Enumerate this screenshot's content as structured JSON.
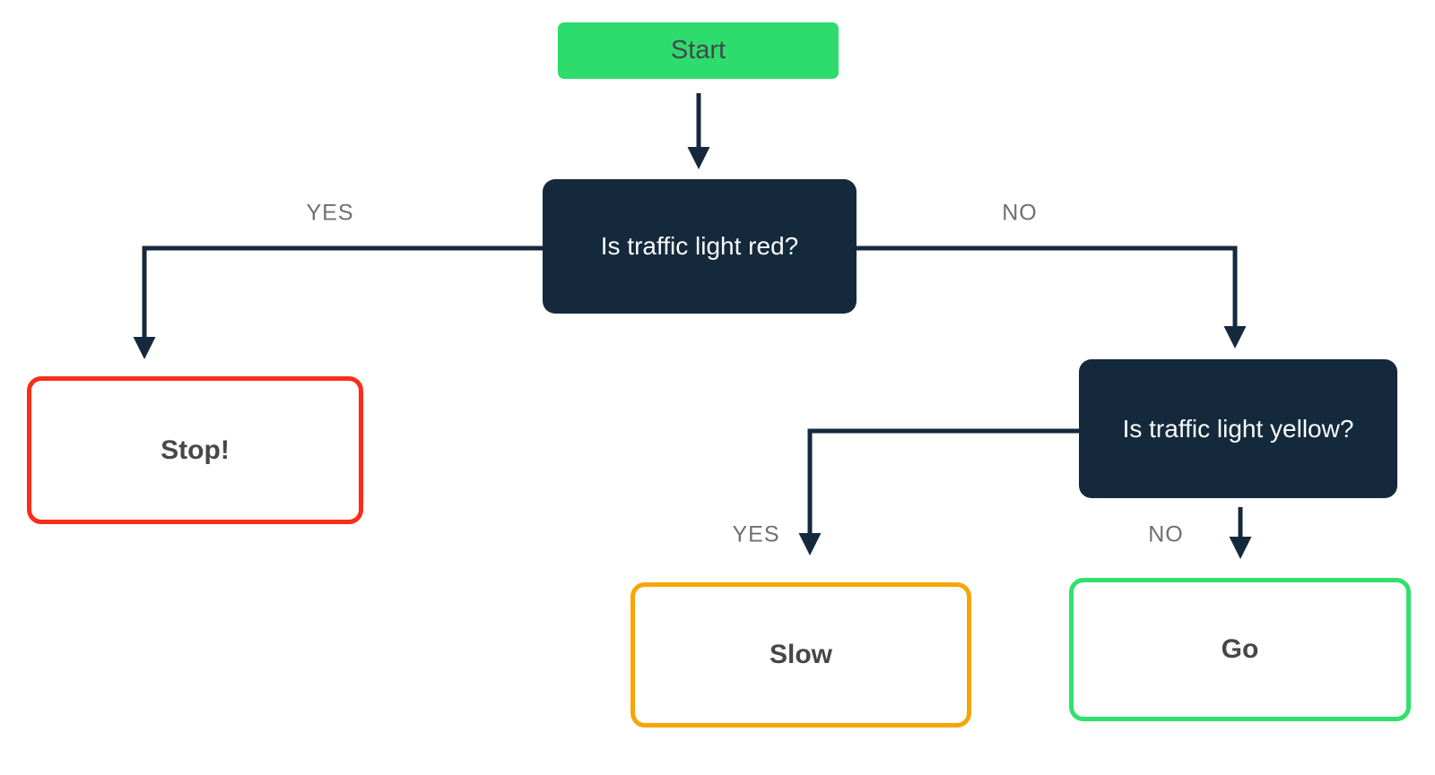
{
  "diagram": {
    "type": "flowchart",
    "colors": {
      "navy": "#15293D",
      "start_green": "#2EDC6D",
      "stop_red": "#FB2C18",
      "slow_orange": "#F7A506",
      "go_green": "#30E16C",
      "label_gray": "#6F6F6F",
      "dark_text": "#474747",
      "light_text": "#FAFBFC",
      "canvas_bg": "#FFFFFF"
    },
    "nodes": {
      "start": {
        "label": "Start",
        "type": "start"
      },
      "q_red": {
        "label": "Is traffic light red?",
        "type": "decision"
      },
      "stop": {
        "label": "Stop!",
        "type": "outcome"
      },
      "q_yellow": {
        "label": "Is traffic light yellow?",
        "type": "decision"
      },
      "slow": {
        "label": "Slow",
        "type": "outcome"
      },
      "go": {
        "label": "Go",
        "type": "outcome"
      }
    },
    "edges": {
      "start_to_q_red": {
        "label": "",
        "from": "start",
        "to": "q_red"
      },
      "q_red_yes": {
        "label": "YES",
        "from": "q_red",
        "to": "stop"
      },
      "q_red_no": {
        "label": "NO",
        "from": "q_red",
        "to": "q_yellow"
      },
      "q_yellow_yes": {
        "label": "YES",
        "from": "q_yellow",
        "to": "slow"
      },
      "q_yellow_no": {
        "label": "NO",
        "from": "q_yellow",
        "to": "go"
      }
    }
  }
}
